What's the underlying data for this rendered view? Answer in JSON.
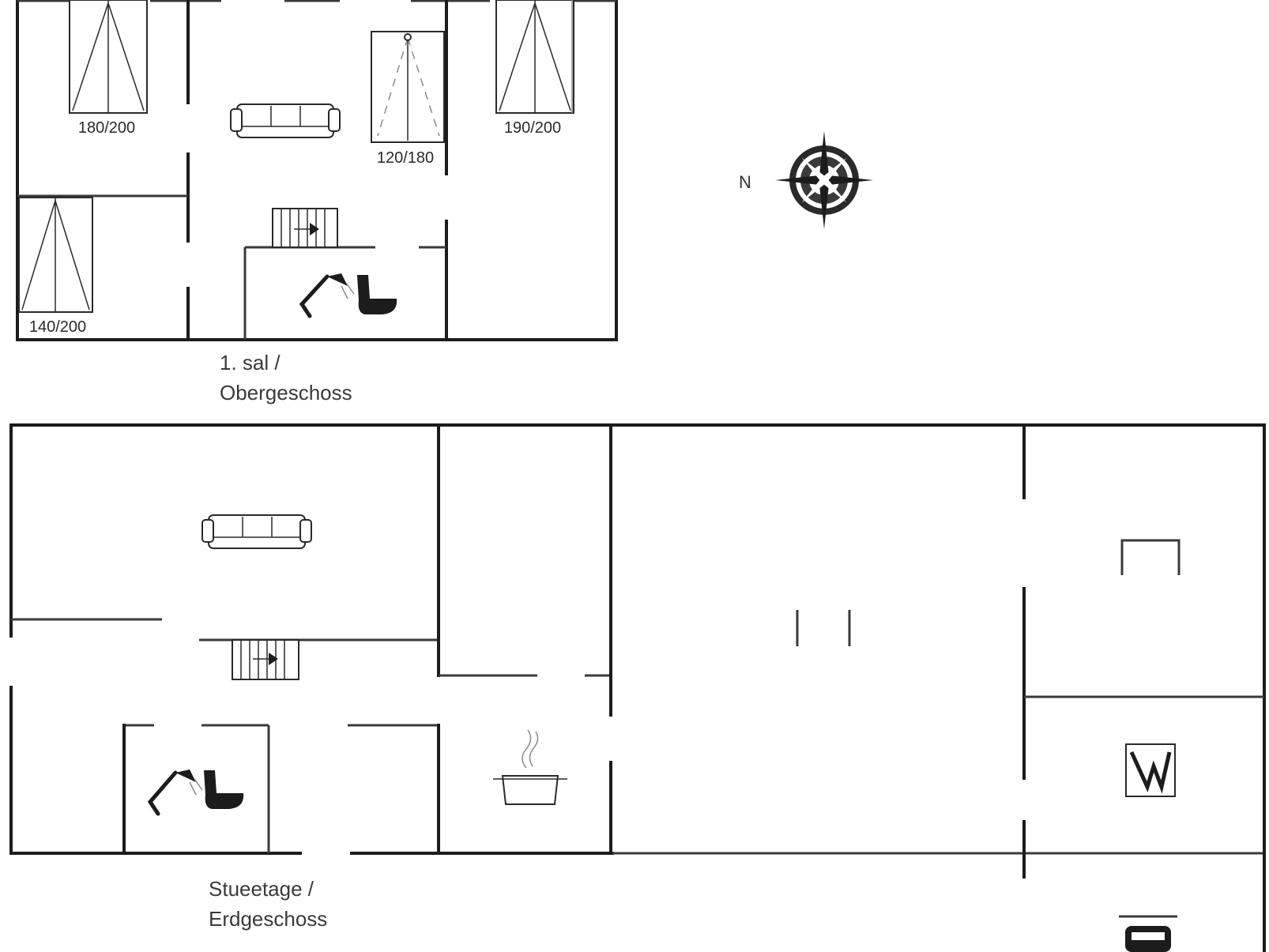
{
  "floors": {
    "upper": {
      "label_line1": "1. sal /",
      "label_line2": "Obergeschoss"
    },
    "ground": {
      "label_line1": "Stueetage /",
      "label_line2": "Erdgeschoss"
    }
  },
  "beds": {
    "upper_left": "180/200",
    "upper_middle": "120/180",
    "upper_right": "190/200",
    "upper_small": "140/200"
  },
  "compass": {
    "label": "N"
  },
  "icons": [
    "double-bed-icon",
    "single-bed-icon",
    "sofa-icon",
    "staircase-icon",
    "shower-icon",
    "toilet-icon",
    "compass-rose-icon",
    "cooking-pot-icon",
    "washing-machine-icon",
    "car-icon"
  ]
}
